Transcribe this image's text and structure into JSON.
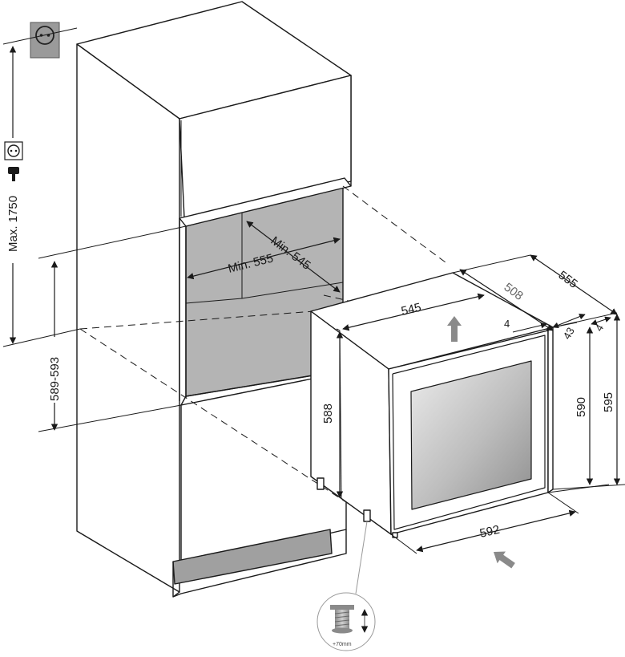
{
  "colors": {
    "line": "#1a1a1a",
    "niche_fill": "#b4b4b4",
    "socket_fill": "#9a9a9a",
    "plinth_fill": "#a0a0a0",
    "arrow_fill": "#8a8a8a",
    "glass_light": "#eeeeee",
    "glass_dark": "#8e8e8e"
  },
  "icons": {
    "wall_socket": "power-socket-icon",
    "small_socket": "power-socket-icon",
    "plug": "power-plug-icon",
    "push_arrow": "arrow-up-icon",
    "insert_arrow": "arrow-diagonal-icon",
    "adjustable_foot": "adjustable-foot-icon"
  },
  "dimensions": {
    "max_height": "Max. 1750",
    "niche_height": "589-593",
    "niche_depth_min": "Min. 545",
    "niche_width_min": "Min. 555",
    "appliance_width_top": "545",
    "appliance_depth_total": "555",
    "appliance_depth_body": "508",
    "door_gap": "4",
    "door_thickness": "43",
    "side_gap": "4",
    "body_height": "588",
    "door_height": "590",
    "total_height": "595",
    "door_width": "592"
  },
  "foot_detail": {
    "label": "+70mm"
  }
}
